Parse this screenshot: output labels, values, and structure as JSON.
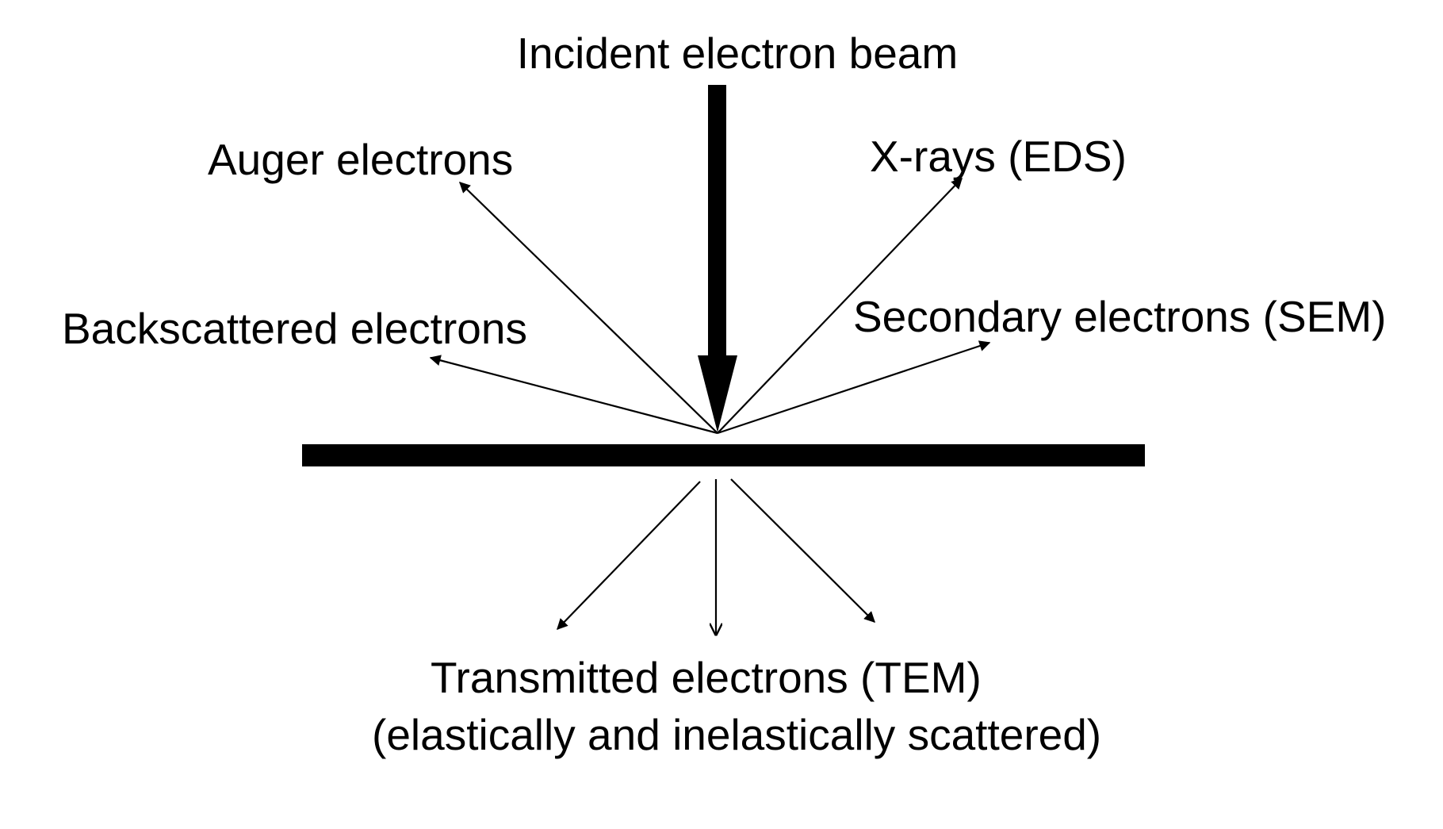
{
  "labels": {
    "incident": "Incident electron beam",
    "auger": "Auger electrons",
    "xrays": "X-rays (EDS)",
    "backscattered": "Backscattered electrons",
    "secondary": "Secondary electrons (SEM)",
    "transmitted_line1": "Transmitted electrons (TEM)",
    "transmitted_line2": "(elastically and inelastically scattered)"
  },
  "colors": {
    "ink": "#000000",
    "background": "#ffffff"
  }
}
